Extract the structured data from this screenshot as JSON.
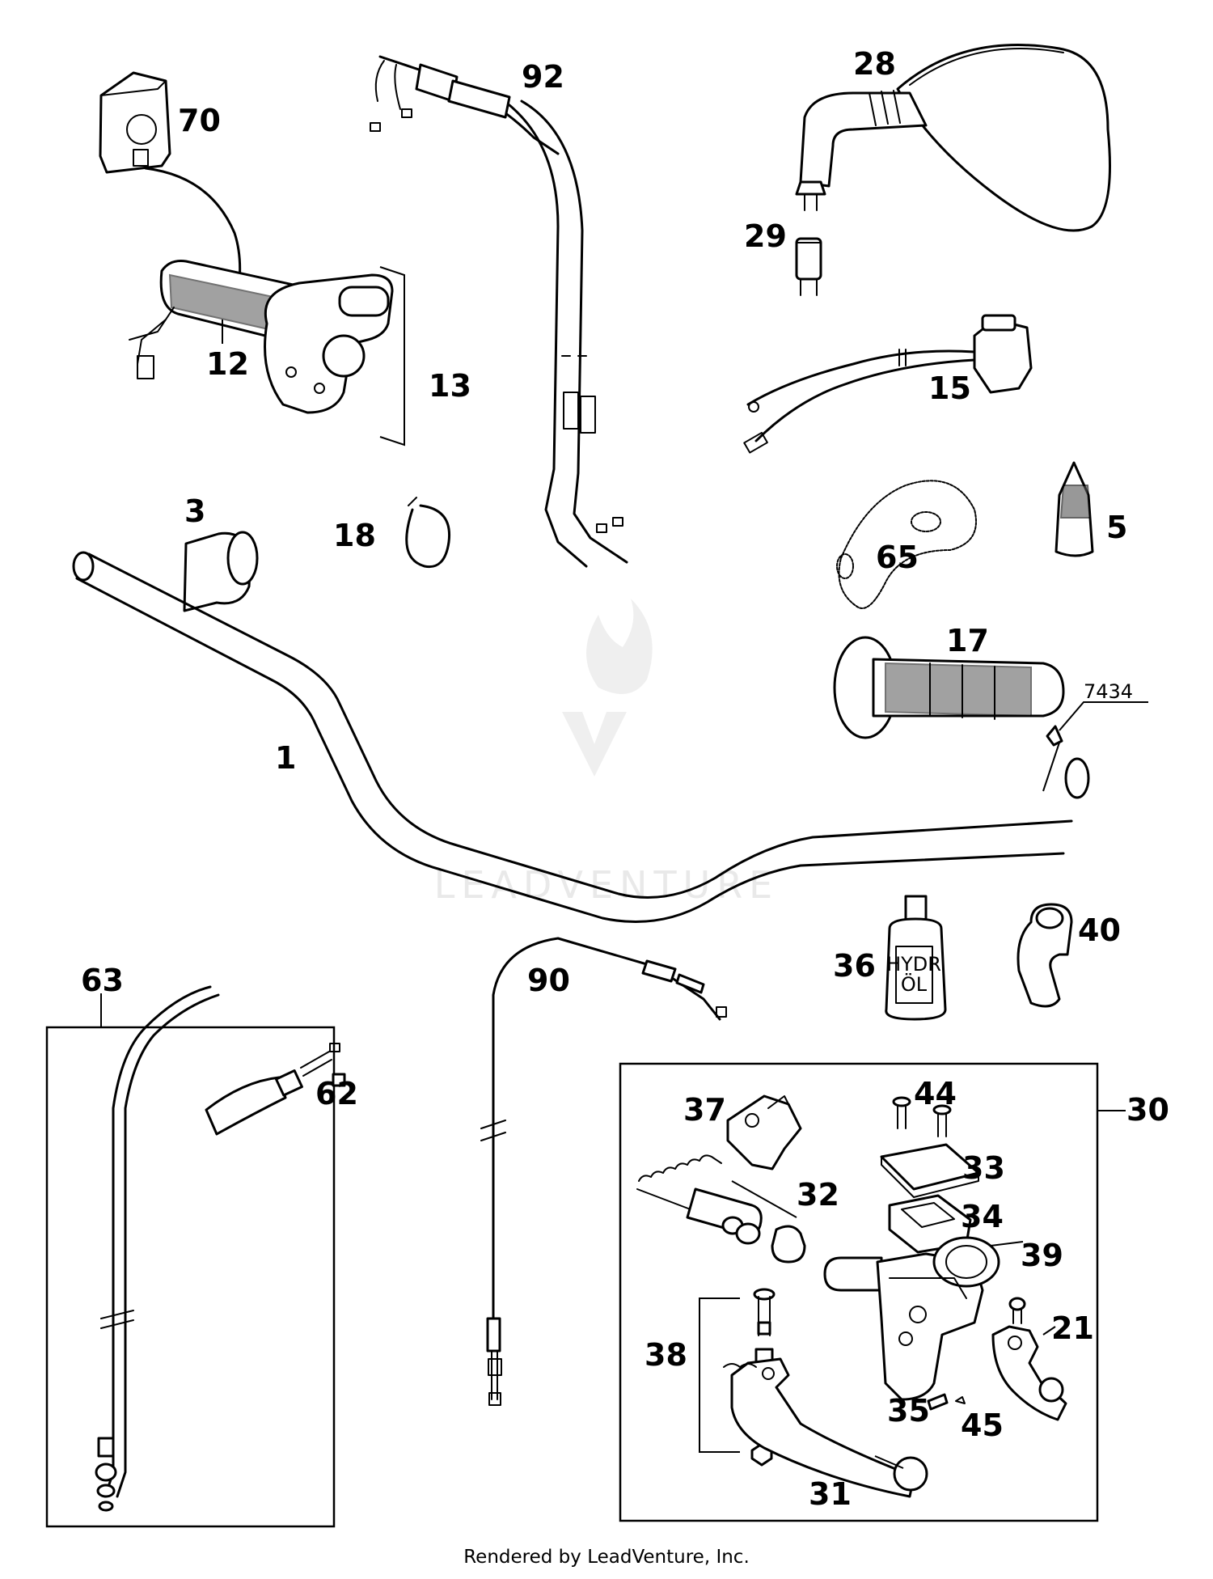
{
  "footer": "Rendered by LeadVenture, Inc.",
  "watermark": "LEADVENTURE",
  "labels": {
    "p1": "1",
    "p3": "3",
    "p5": "5",
    "p12": "12",
    "p13": "13",
    "p15": "15",
    "p17": "17",
    "p18": "18",
    "p21": "21",
    "p28": "28",
    "p29": "29",
    "p30": "30",
    "p31": "31",
    "p32": "32",
    "p33": "33",
    "p34": "34",
    "p35": "35",
    "p36": "36",
    "p37": "37",
    "p38": "38",
    "p39": "39",
    "p40": "40",
    "p44": "44",
    "p45": "45",
    "p62": "62",
    "p63": "63",
    "p65": "65",
    "p70": "70",
    "p90": "90",
    "p92": "92",
    "p7434": "7434"
  },
  "bottle_text": {
    "line1": "HYDR",
    "line2": "ÖL"
  }
}
